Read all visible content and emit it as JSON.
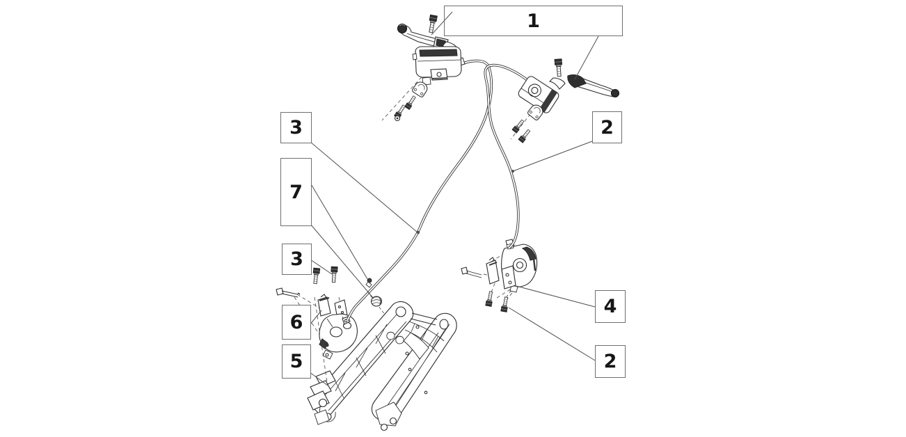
{
  "diagram": {
    "title": "",
    "type": "exploded-parts-diagram",
    "subject": "brake system: levers, hydraulic hoses, calipers, pads, fasteners and swingarm",
    "background_color": "#ffffff",
    "line_color": "#2b2b2b",
    "box_border_color": "#6f6f6f",
    "label_color": "#161616",
    "callouts": [
      {
        "id": "callout-1",
        "label": "1"
      },
      {
        "id": "callout-2-top",
        "label": "2"
      },
      {
        "id": "callout-3-top",
        "label": "3"
      },
      {
        "id": "callout-7",
        "label": "7"
      },
      {
        "id": "callout-3-lower",
        "label": "3"
      },
      {
        "id": "callout-6",
        "label": "6"
      },
      {
        "id": "callout-5",
        "label": "5"
      },
      {
        "id": "callout-4",
        "label": "4"
      },
      {
        "id": "callout-2-bottom",
        "label": "2"
      }
    ]
  }
}
